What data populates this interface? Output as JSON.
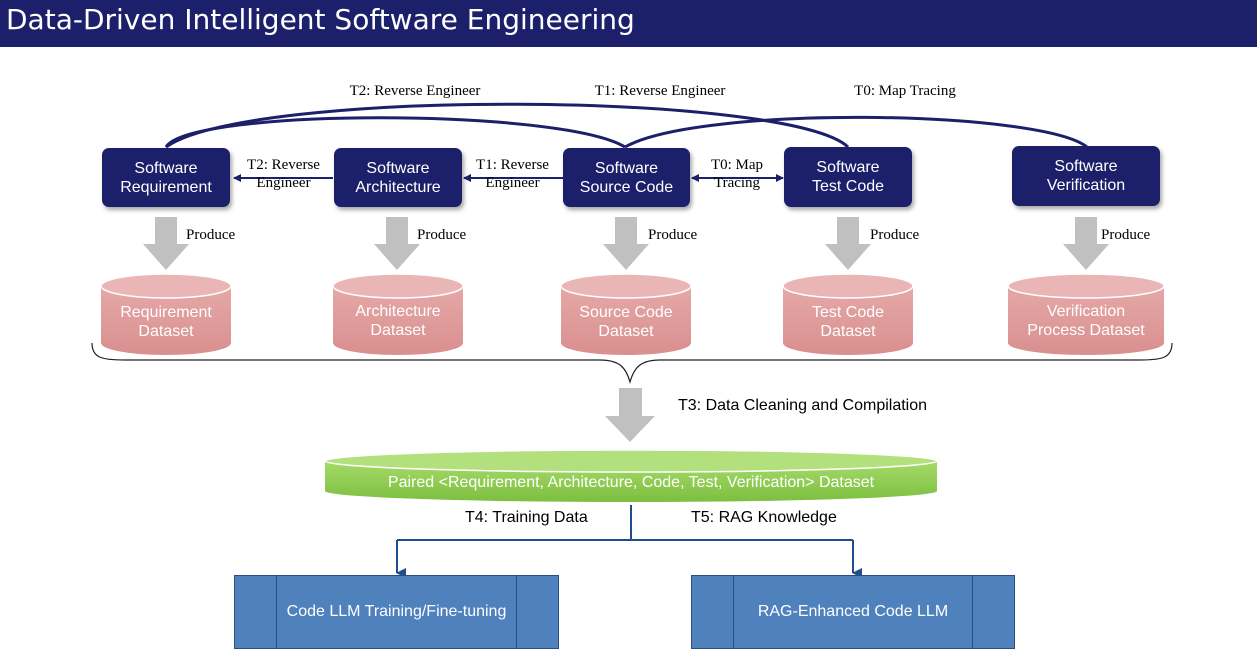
{
  "title": "Data-Driven Intelligent Software Engineering",
  "top_arcs": {
    "t2": "T2: Reverse Engineer",
    "t1": "T1: Reverse Engineer",
    "t0": "T0: Map Tracing"
  },
  "boxes": {
    "req": [
      "Software",
      "Requirement"
    ],
    "arch": [
      "Software",
      "Architecture"
    ],
    "src": [
      "Software",
      "Source Code"
    ],
    "test": [
      "Software",
      "Test Code"
    ],
    "verif": [
      "Software",
      "Verification"
    ]
  },
  "link_labels": {
    "t2": [
      "T2: Reverse",
      "Engineer"
    ],
    "t1": [
      "T1: Reverse",
      "Engineer"
    ],
    "t0": [
      "T0: Map",
      "Tracing"
    ]
  },
  "produce": "Produce",
  "datasets": {
    "req": [
      "Requirement",
      "Dataset"
    ],
    "arch": [
      "Architecture",
      "Dataset"
    ],
    "src": [
      "Source Code",
      "Dataset"
    ],
    "test": [
      "Test Code",
      "Dataset"
    ],
    "verif": [
      "Verification",
      "Process Dataset"
    ]
  },
  "t3_label": "T3: Data Cleaning and Compilation",
  "paired_dataset": "Paired <Requirement, Architecture, Code, Test, Verification> Dataset",
  "t4_label": "T4: Training Data",
  "t5_label": "T5: RAG Knowledge",
  "models": {
    "training": "Code LLM Training/Fine-tuning",
    "rag": "RAG-Enhanced Code LLM"
  },
  "colors": {
    "navy": "#1c1f6a",
    "dataset_pink": "#d99594",
    "arrow_gray": "#bfbfbf",
    "paired_green": "#92d050",
    "model_blue": "#4f81bd"
  }
}
